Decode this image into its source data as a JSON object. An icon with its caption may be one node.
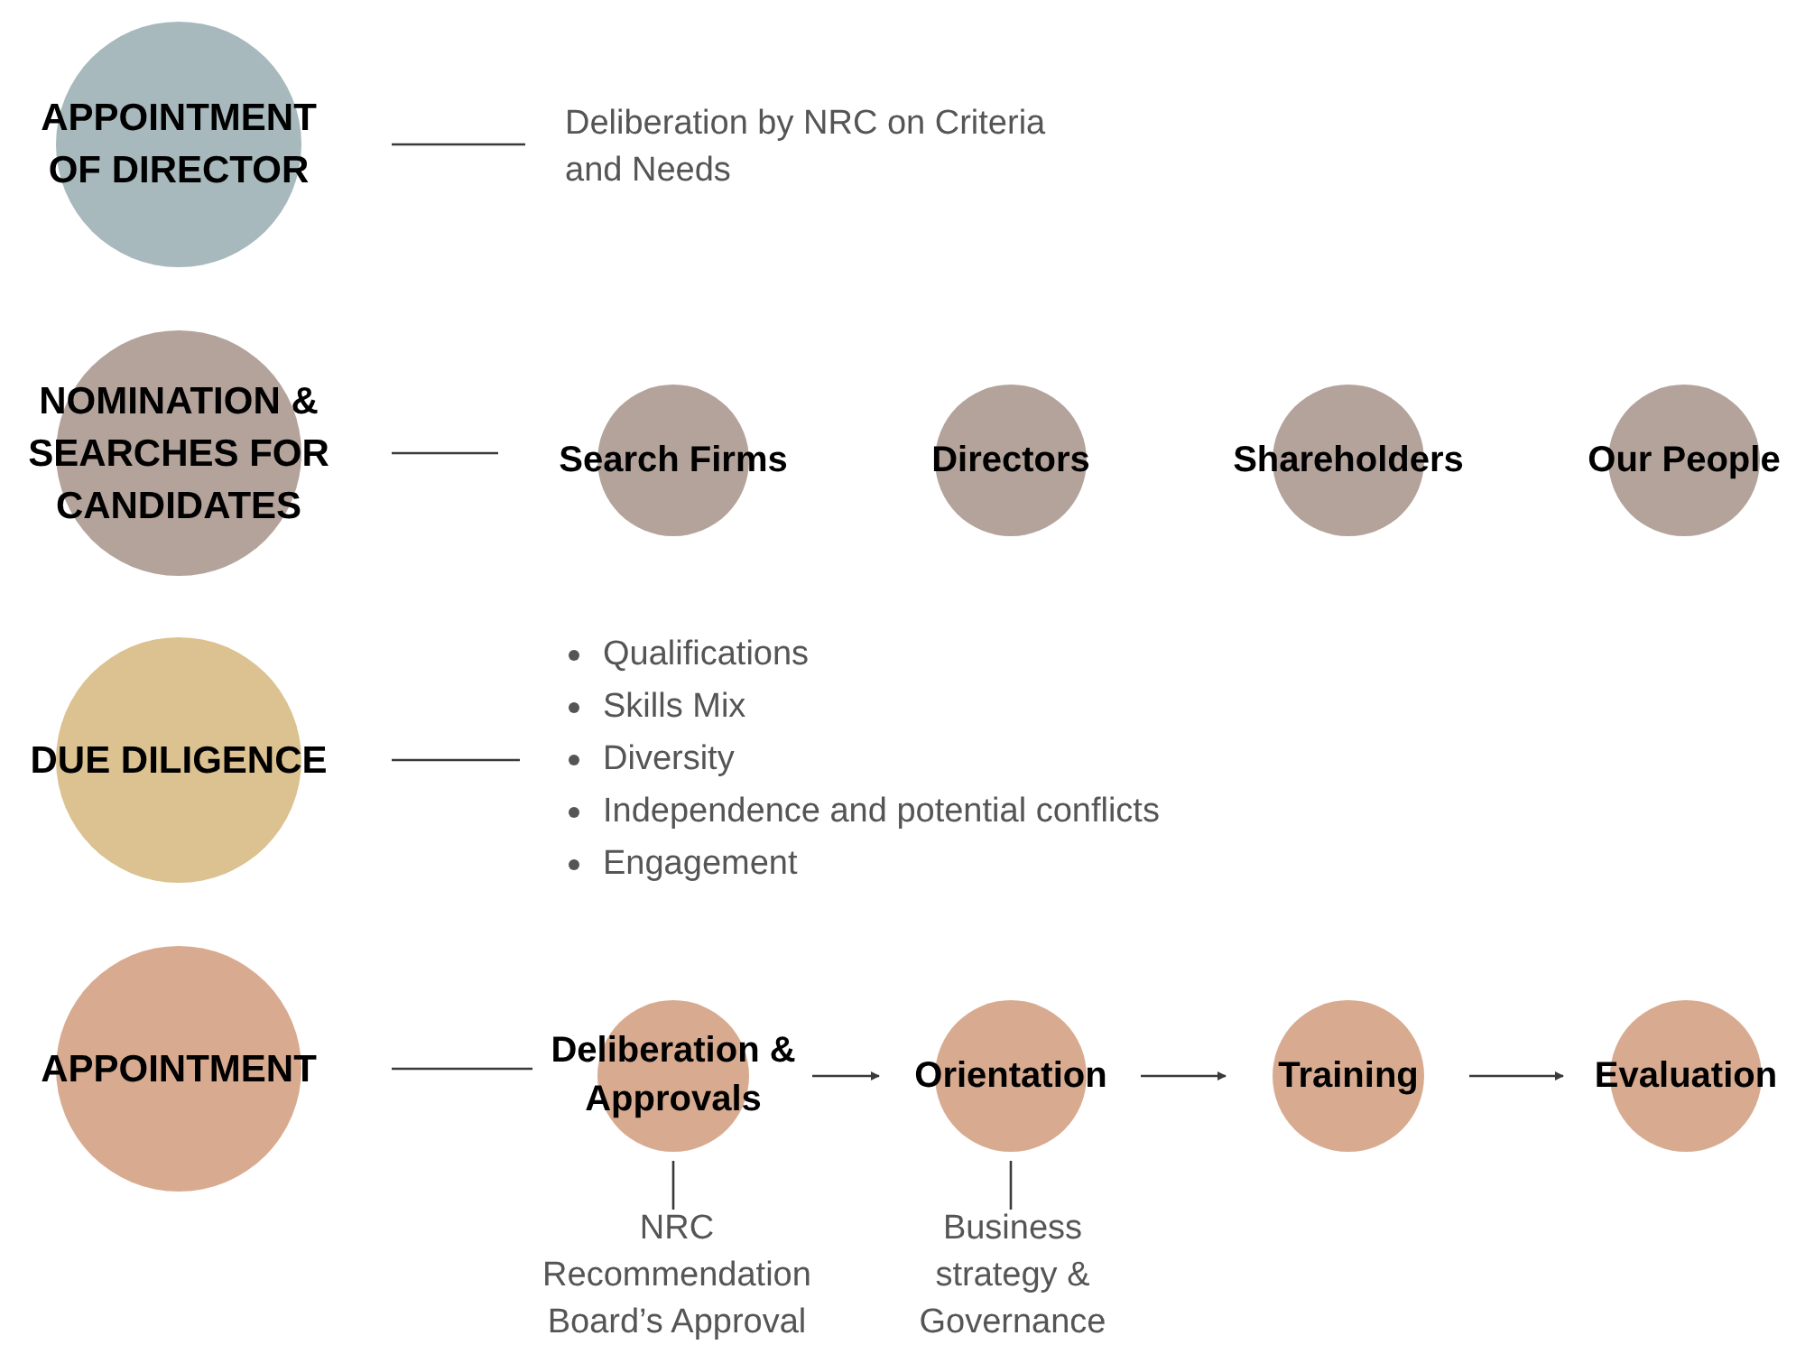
{
  "diagram": {
    "nodes": [
      {
        "text": [
          "APPOINTMENT OF DIRECTOR"
        ]
      },
      {
        "text": [
          "Deliberation by NRC on Criteria and Needs"
        ]
      },
      {
        "text": [
          "NOMINATION & SEARCHES FOR CANDIDATES"
        ]
      },
      {
        "text": [
          "Search Firms"
        ]
      },
      {
        "text": [
          "Directors"
        ]
      },
      {
        "text": [
          "Shareholders"
        ]
      },
      {
        "text": [
          "Our People"
        ]
      },
      {
        "text": [
          "DUE DILIGENCE"
        ]
      },
      {
        "text": [
          "Qualifications",
          "Skills Mix",
          "Diversity",
          "Independence and potential conflicts",
          "Engagement"
        ]
      },
      {
        "text": [
          "APPOINTMENT"
        ]
      },
      {
        "text": [
          "Deliberation & Approvals"
        ]
      },
      {
        "text": [
          "Orientation"
        ]
      },
      {
        "text": [
          "Training"
        ]
      },
      {
        "text": [
          "Evaluation"
        ]
      },
      {
        "text": [
          "NRC Recommendation Board’s Approval"
        ]
      },
      {
        "text": [
          "Business strategy & Governance"
        ]
      }
    ],
    "edges": [
      {
        "from": 0,
        "to": 1,
        "arrow": "none"
      },
      {
        "from": 2,
        "to": 3,
        "arrow": "none"
      },
      {
        "from": 7,
        "to": 8,
        "arrow": "none"
      },
      {
        "from": 9,
        "to": 10,
        "arrow": "none"
      },
      {
        "from": 10,
        "to": 11,
        "arrow": "to"
      },
      {
        "from": 11,
        "to": 12,
        "arrow": "to"
      },
      {
        "from": 12,
        "to": 13,
        "arrow": "to"
      },
      {
        "from": 10,
        "to": 14,
        "arrow": "none"
      },
      {
        "from": 11,
        "to": 15,
        "arrow": "none"
      }
    ]
  }
}
